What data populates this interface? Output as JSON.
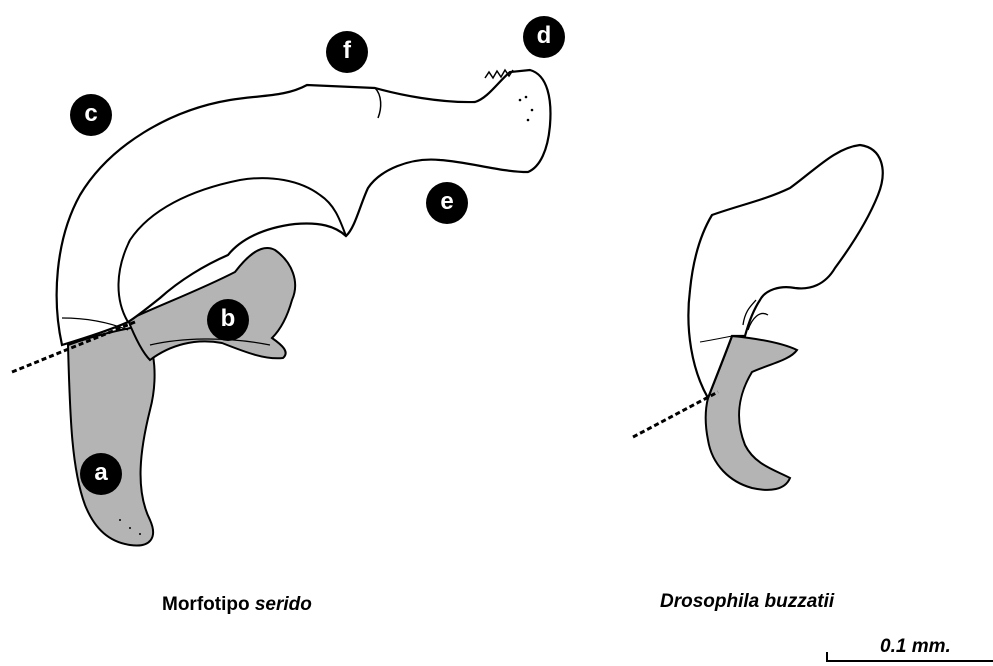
{
  "labels": {
    "a": "a",
    "b": "b",
    "c": "c",
    "d": "d",
    "e": "e",
    "f": "f"
  },
  "captions": {
    "left_regular": "Morfotipo ",
    "left_italic": "serido",
    "right_italic": "Drosophila buzzatii"
  },
  "scale_bar": {
    "label": "0.1 mm."
  },
  "colors": {
    "shaded": "#b4b4b4",
    "outline": "#000000",
    "marker": "#000000"
  }
}
